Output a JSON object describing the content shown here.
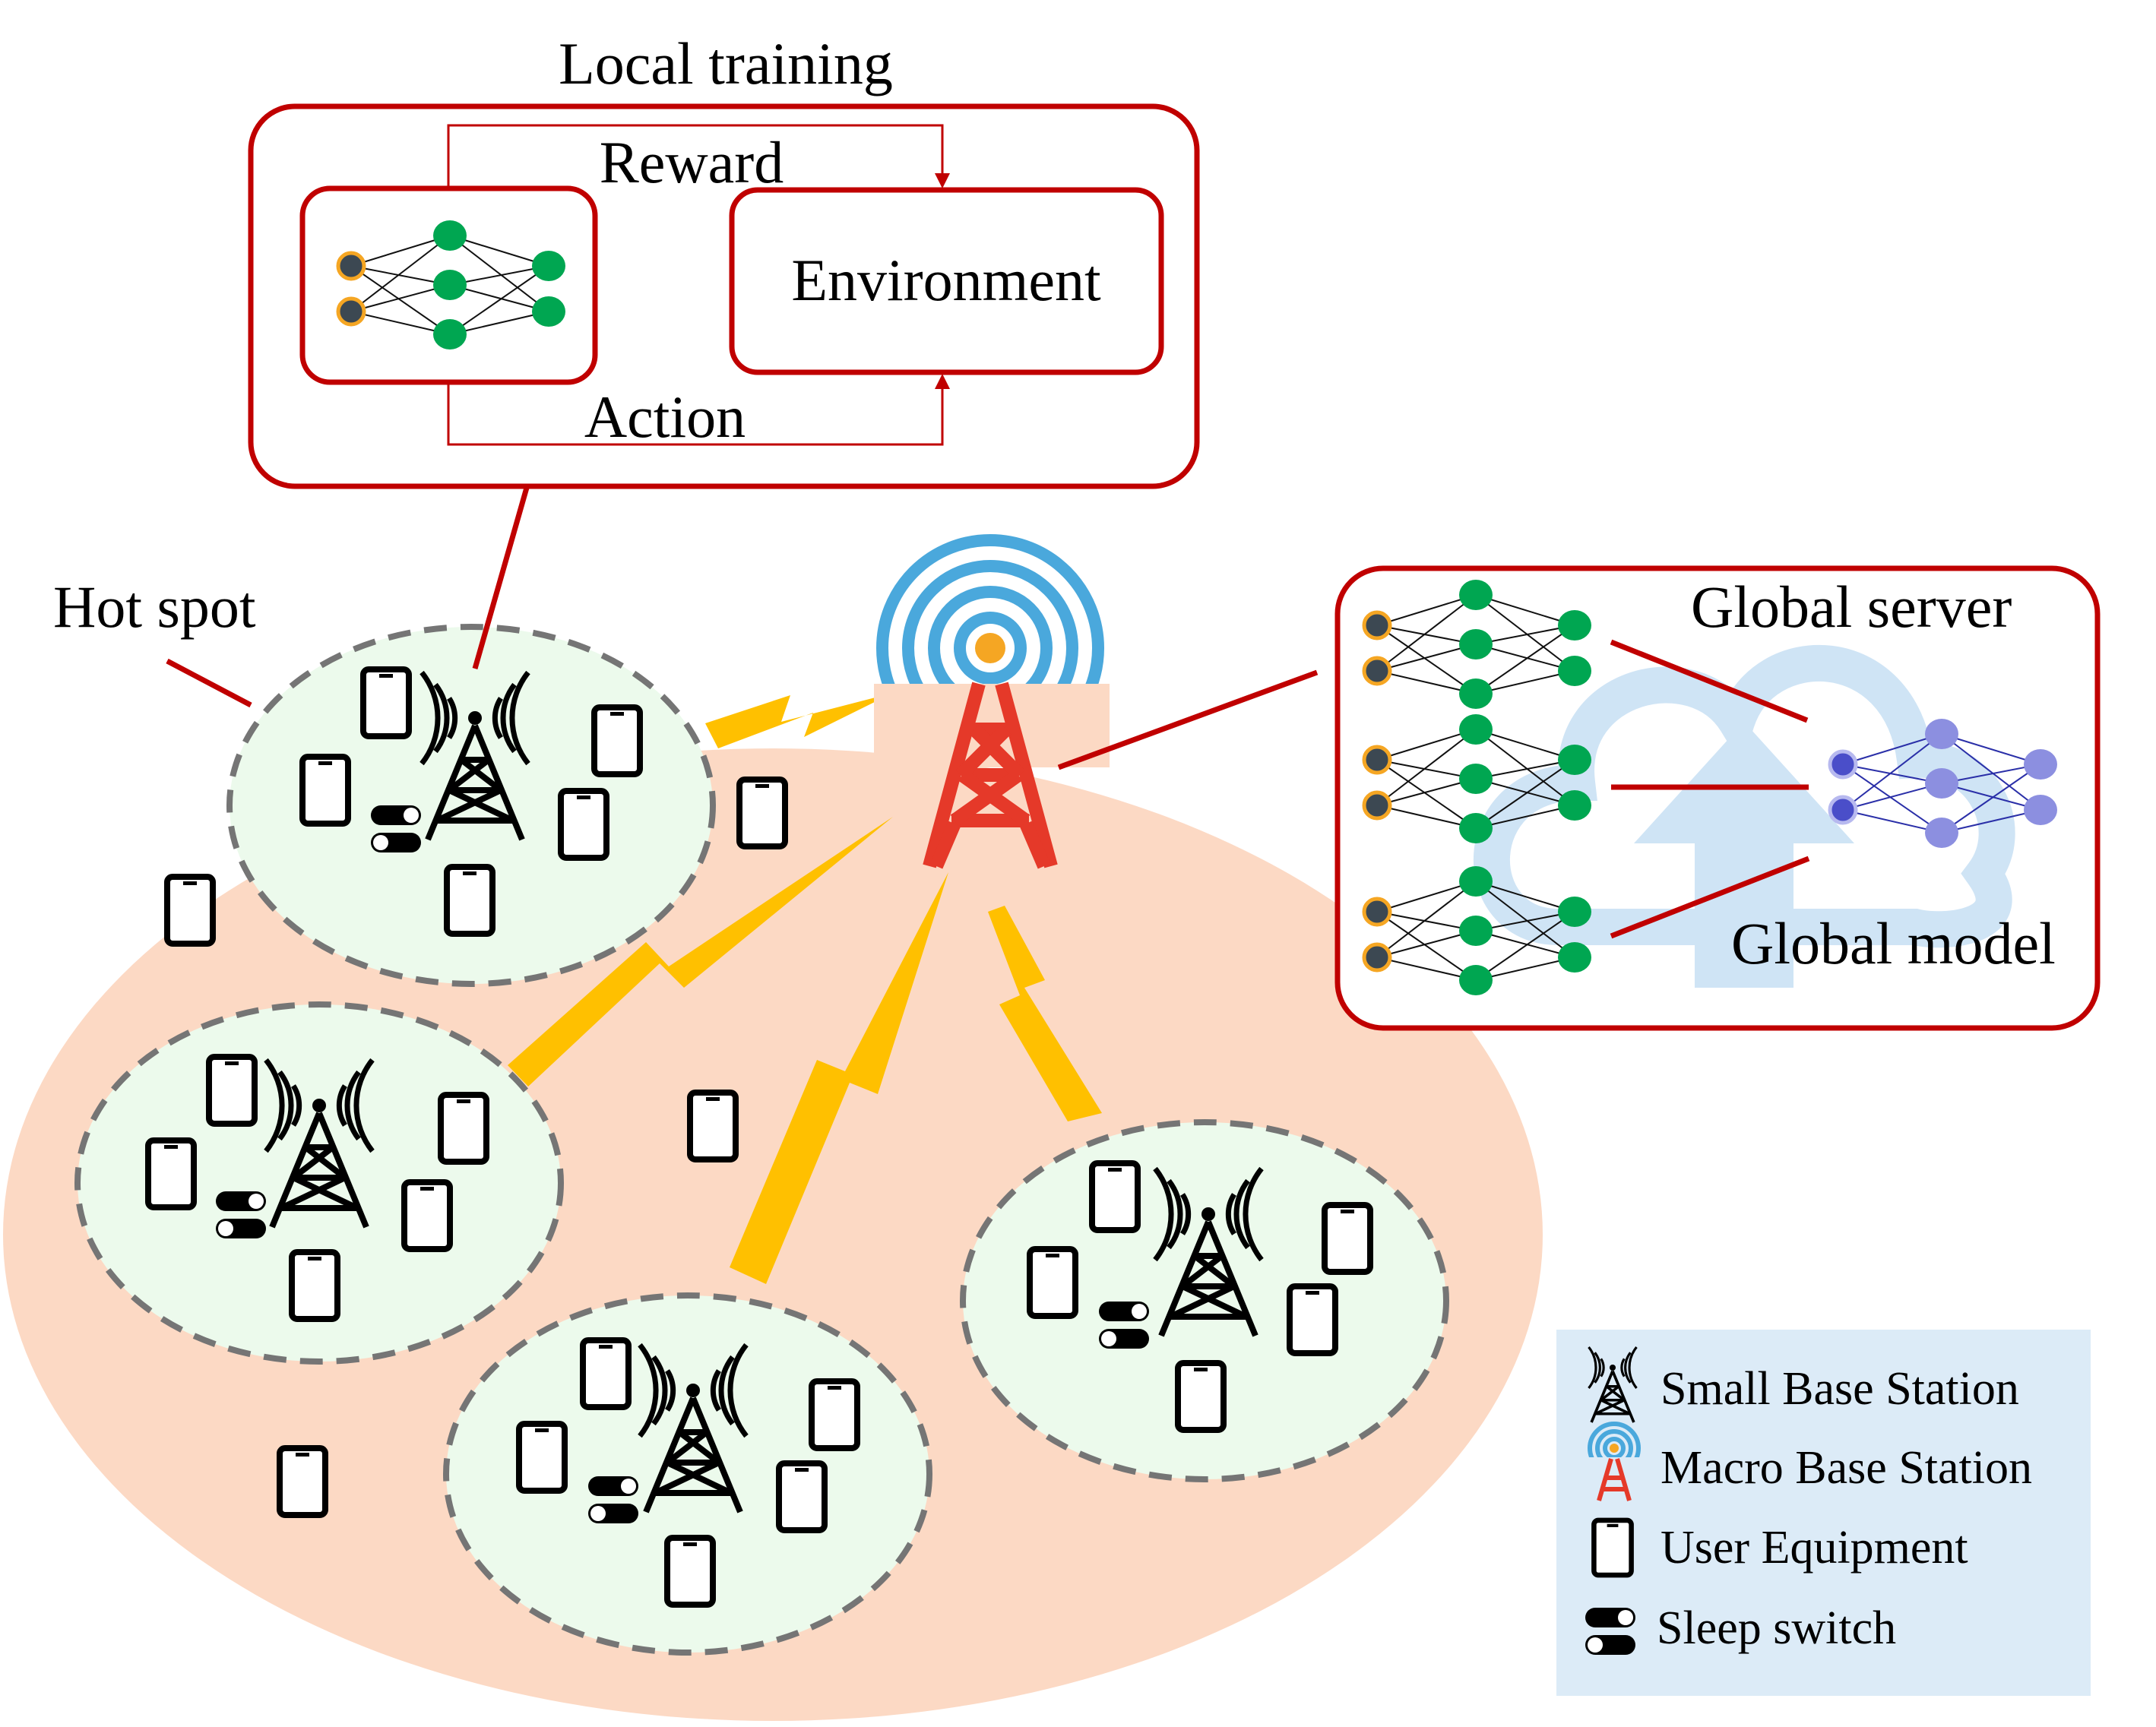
{
  "local_training": {
    "title": "Local training",
    "reward_label": "Reward",
    "action_label": "Action",
    "environment_label": "Environment"
  },
  "hot_spot_label": "Hot spot",
  "global_server": {
    "title": "Global server",
    "model_label": "Global model"
  },
  "legend": {
    "items": [
      {
        "icon": "small-base-station-icon",
        "label": "Small Base Station"
      },
      {
        "icon": "macro-base-station-icon",
        "label": "Macro Base Station"
      },
      {
        "icon": "user-equipment-icon",
        "label": "User Equipment"
      },
      {
        "icon": "sleep-switch-icon",
        "label": "Sleep switch"
      }
    ]
  },
  "colors": {
    "frame_red": "#c00000",
    "macro_area": "#fcd9c4",
    "hot_spot_fill": "#ecfaec",
    "hot_spot_border": "#757575",
    "link_yellow": "#ffc000",
    "tower_red": "#e53929",
    "signal_blue": "#4aa8dc",
    "node_green": "#00a651",
    "node_dark": "#3c4852",
    "node_ring": "#f5a623",
    "global_node": "#7b7fd6",
    "cloud_blue": "#cfe4f5",
    "legend_bg": "#dcebf7"
  }
}
